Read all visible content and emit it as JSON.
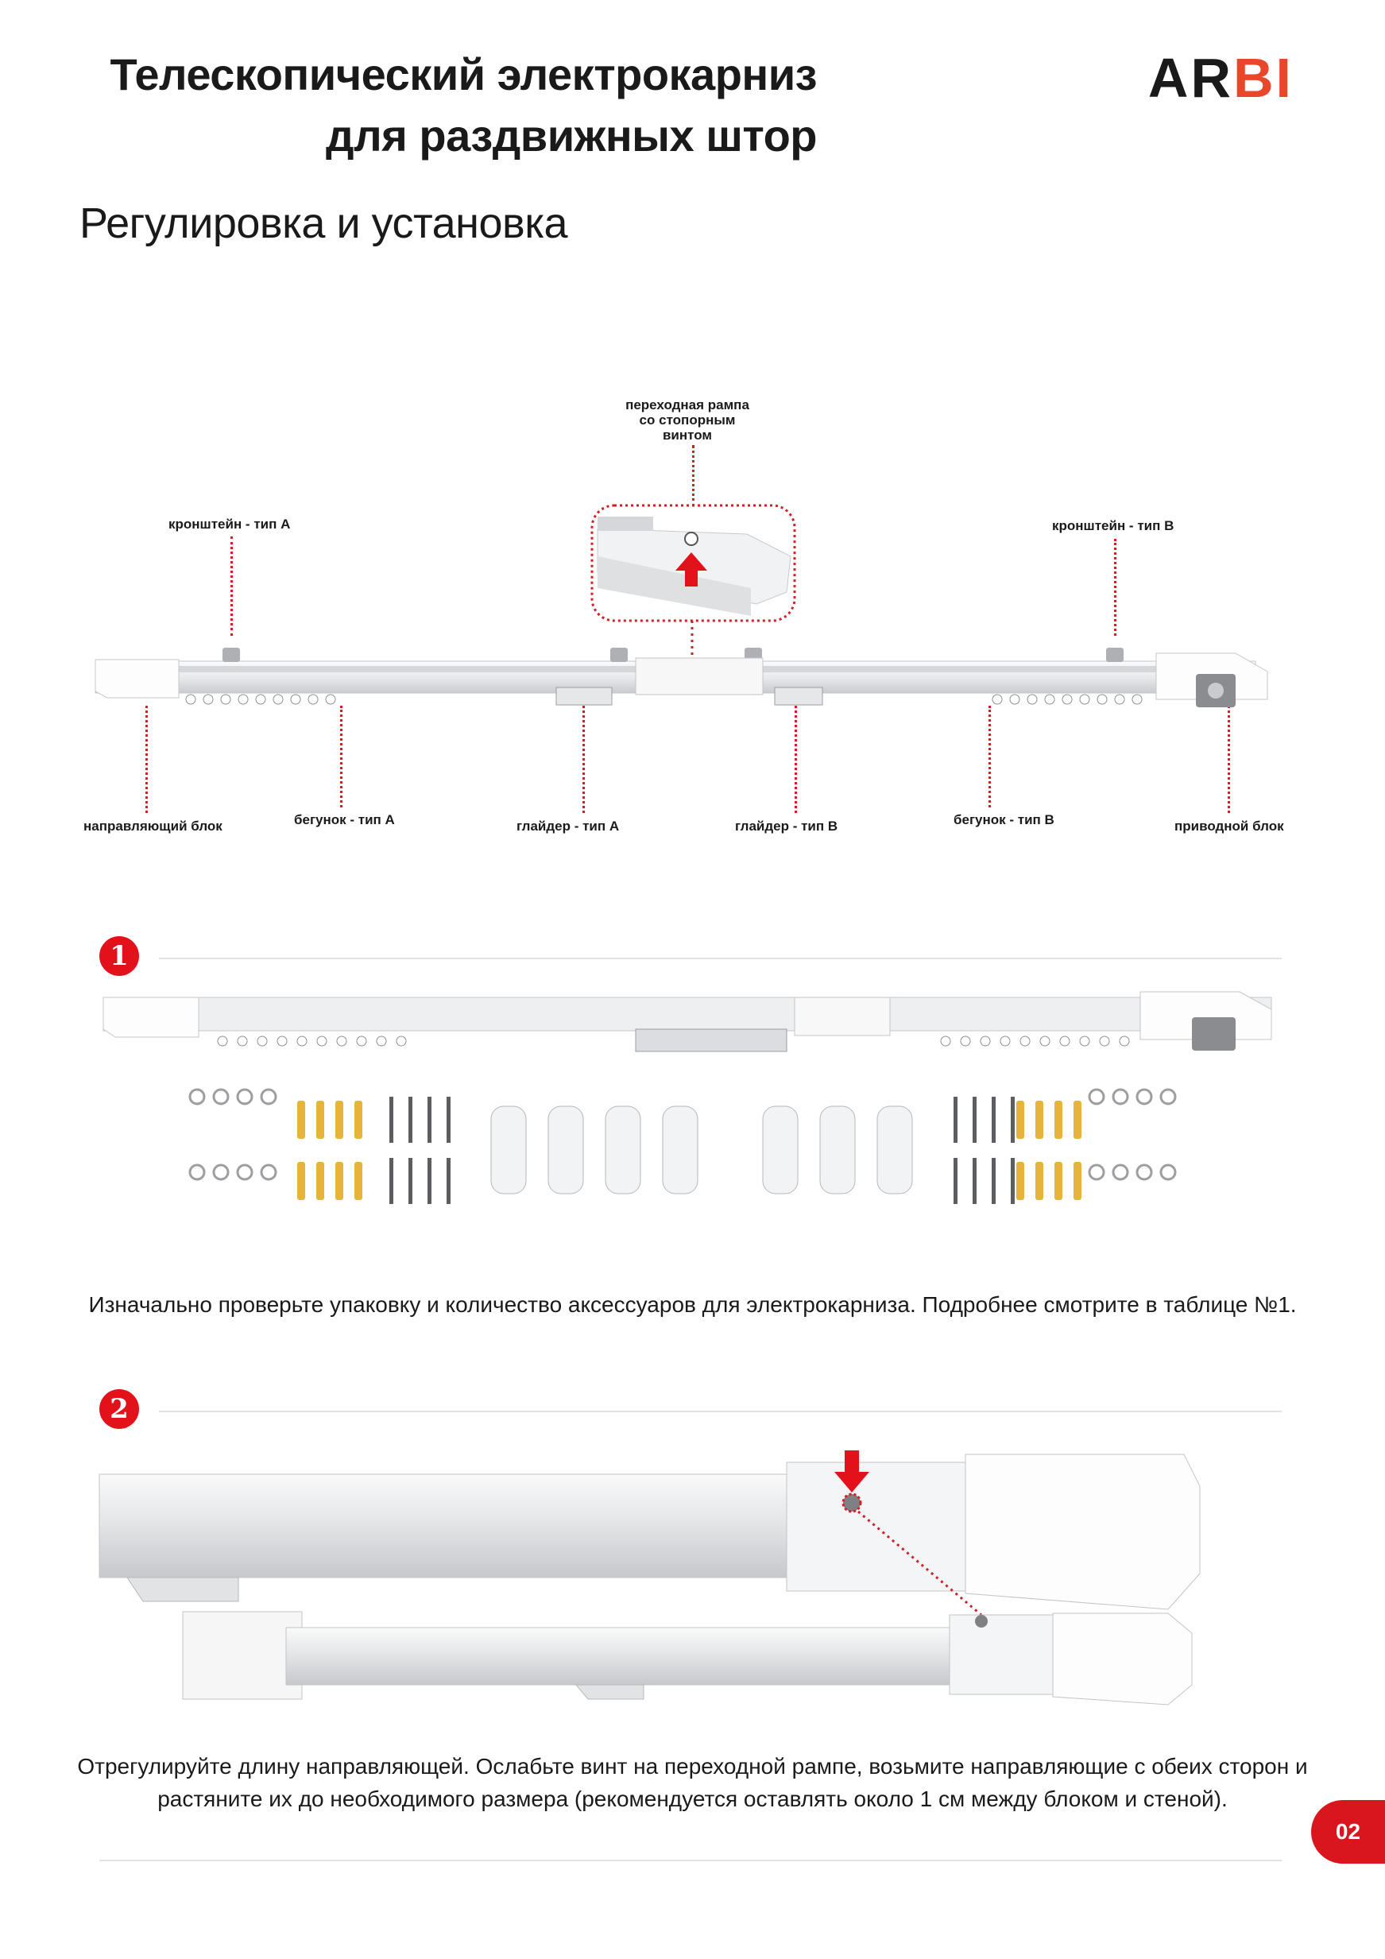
{
  "header": {
    "title_line1": "Телескопический электрокарниз",
    "title_line2": "для раздвижных штор",
    "subtitle": "Регулировка и установка",
    "logo_prefix": "AR",
    "logo_accent": "BI"
  },
  "diagram": {
    "labels": {
      "ramp_line1": "переходная рампа",
      "ramp_line2": "со стопорным",
      "ramp_line3": "винтом",
      "bracket_a": "кронштейн - тип А",
      "bracket_b": "кронштейн - тип В",
      "guide_block": "направляющий блок",
      "runner_a": "бегунок - тип А",
      "glider_a": "глайдер - тип А",
      "glider_b": "глайдер - тип В",
      "runner_b": "бегунок - тип В",
      "drive_block": "приводной блок"
    }
  },
  "steps": [
    {
      "number": "1",
      "text": "Изначально проверьте упаковку и количество аксессуаров для электрокарниза. Подробнее смотрите в таблице №1."
    },
    {
      "number": "2",
      "text_line1": "Отрегулируйте длину направляющей. Ослабьте винт на переходной рампе, возьмите направляющие с обеих сторон и",
      "text_line2": "растяните их до необходимого размера (рекомендуется оставлять около 1 см между блоком и стеной)."
    }
  ],
  "footer": {
    "page_number": "02"
  },
  "colors": {
    "accent": "#e3111a",
    "logo_accent": "#e8472a",
    "dotted_line": "#d21f26"
  }
}
